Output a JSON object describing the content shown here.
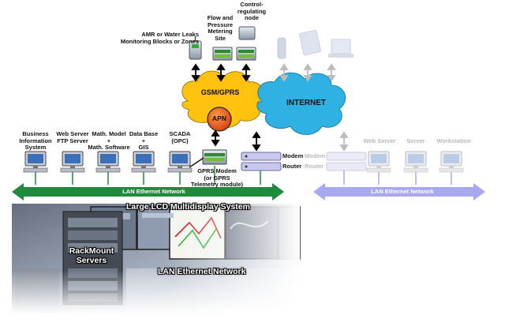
{
  "labels": {
    "amr": "AMR or Water Leaks\nMonitoring Blocks or Zones",
    "flow": "Flow and\nPressure\nMetering\nSite",
    "control": "Control-\nregulating\nnode",
    "gsm": "GSM/GPRS",
    "apn": "APN",
    "internet": "INTERNET",
    "bis": "Business\nInformation\nSystem",
    "webftp": "Web Server\nFTP Server",
    "math": "Math. Model\n+\nMath. Software",
    "db": "Data Base\n+\nGIS",
    "scada": "SCADA\n(OPC)",
    "gprs": "GPRS Modem\n(or GPRS\nTelemetry module)",
    "modem": "Modem",
    "router": "Router",
    "modem2": "Modem",
    "router2": "Router",
    "webserver2": "Web Server",
    "server2": "Server",
    "workstation2": "Workstation",
    "lan_left": "LAN Ethernet Network",
    "lan_right": "LAN Ethernet Network",
    "lcd": "Large LCD Multidisplay System",
    "rack": "RackMount\nServers",
    "lan_photo": "LAN Ethernet Network"
  },
  "colors": {
    "lan_left": "#1e8a3c",
    "lan_right": "#a8a8f0",
    "gsm_cloud": "#ffc20e",
    "internet_cloud": "#2fb2e3",
    "apn": "#e8511c"
  }
}
